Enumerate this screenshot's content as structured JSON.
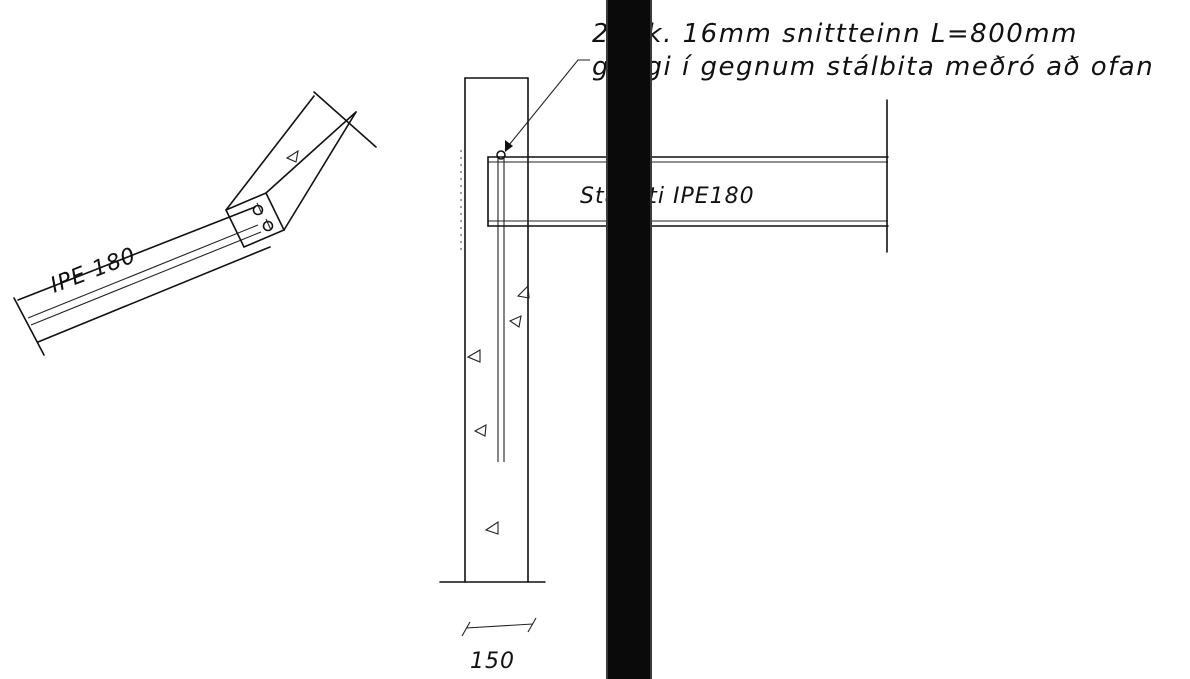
{
  "drawing": {
    "note_line1": "2 stk. 16mm snittteinn L=800mm",
    "note_line2": "gengi í gegnum stálbita meðró að ofan",
    "beam_label": "Stálbiti IPE180",
    "rafter_label": "IPE 180",
    "dimension_value": "150"
  },
  "colors": {
    "line": "#111111",
    "occluding_bar": "#0a0a0a",
    "background": "#ffffff"
  }
}
